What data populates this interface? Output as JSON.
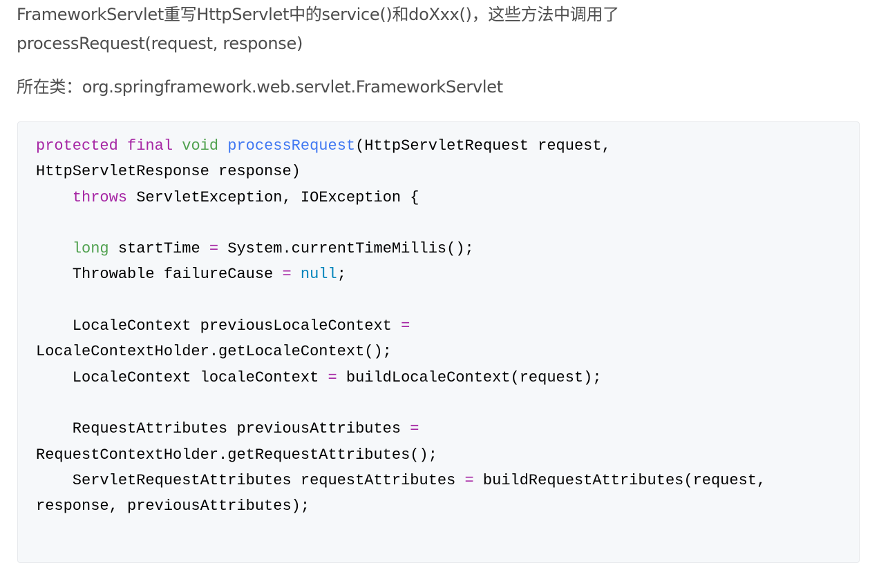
{
  "article": {
    "intro_line1": "FrameworkServlet重写HttpServlet中的service()和doXxx()，这些方法中调用了",
    "intro_line2": "processRequest(request, response)",
    "class_line": "所在类：org.springframework.web.servlet.FrameworkServlet"
  },
  "code": {
    "language": "java",
    "lines": [
      [
        {
          "t": "protected",
          "c": "kw"
        },
        {
          "t": " "
        },
        {
          "t": "final",
          "c": "kw"
        },
        {
          "t": " "
        },
        {
          "t": "void",
          "c": "ty"
        },
        {
          "t": " "
        },
        {
          "t": "processRequest",
          "c": "fn"
        },
        {
          "t": "(HttpServletRequest request,"
        }
      ],
      [
        {
          "t": "HttpServletResponse response)"
        }
      ],
      [
        {
          "t": "    "
        },
        {
          "t": "throws",
          "c": "kw"
        },
        {
          "t": " ServletException, IOException {"
        }
      ],
      [],
      [
        {
          "t": "    "
        },
        {
          "t": "long",
          "c": "ty"
        },
        {
          "t": " startTime "
        },
        {
          "t": "=",
          "c": "op"
        },
        {
          "t": " System.currentTimeMillis();"
        }
      ],
      [
        {
          "t": "    Throwable failureCause "
        },
        {
          "t": "=",
          "c": "op"
        },
        {
          "t": " "
        },
        {
          "t": "null",
          "c": "lit"
        },
        {
          "t": ";"
        }
      ],
      [],
      [
        {
          "t": "    LocaleContext previousLocaleContext "
        },
        {
          "t": "=",
          "c": "op"
        }
      ],
      [
        {
          "t": "LocaleContextHolder.getLocaleContext();"
        }
      ],
      [
        {
          "t": "    LocaleContext localeContext "
        },
        {
          "t": "=",
          "c": "op"
        },
        {
          "t": " buildLocaleContext(request);"
        }
      ],
      [],
      [
        {
          "t": "    RequestAttributes previousAttributes "
        },
        {
          "t": "=",
          "c": "op"
        }
      ],
      [
        {
          "t": "RequestContextHolder.getRequestAttributes();"
        }
      ],
      [
        {
          "t": "    ServletRequestAttributes requestAttributes "
        },
        {
          "t": "=",
          "c": "op"
        },
        {
          "t": " buildRequestAttributes(request,"
        }
      ],
      [
        {
          "t": "response, previousAttributes);"
        }
      ]
    ]
  }
}
